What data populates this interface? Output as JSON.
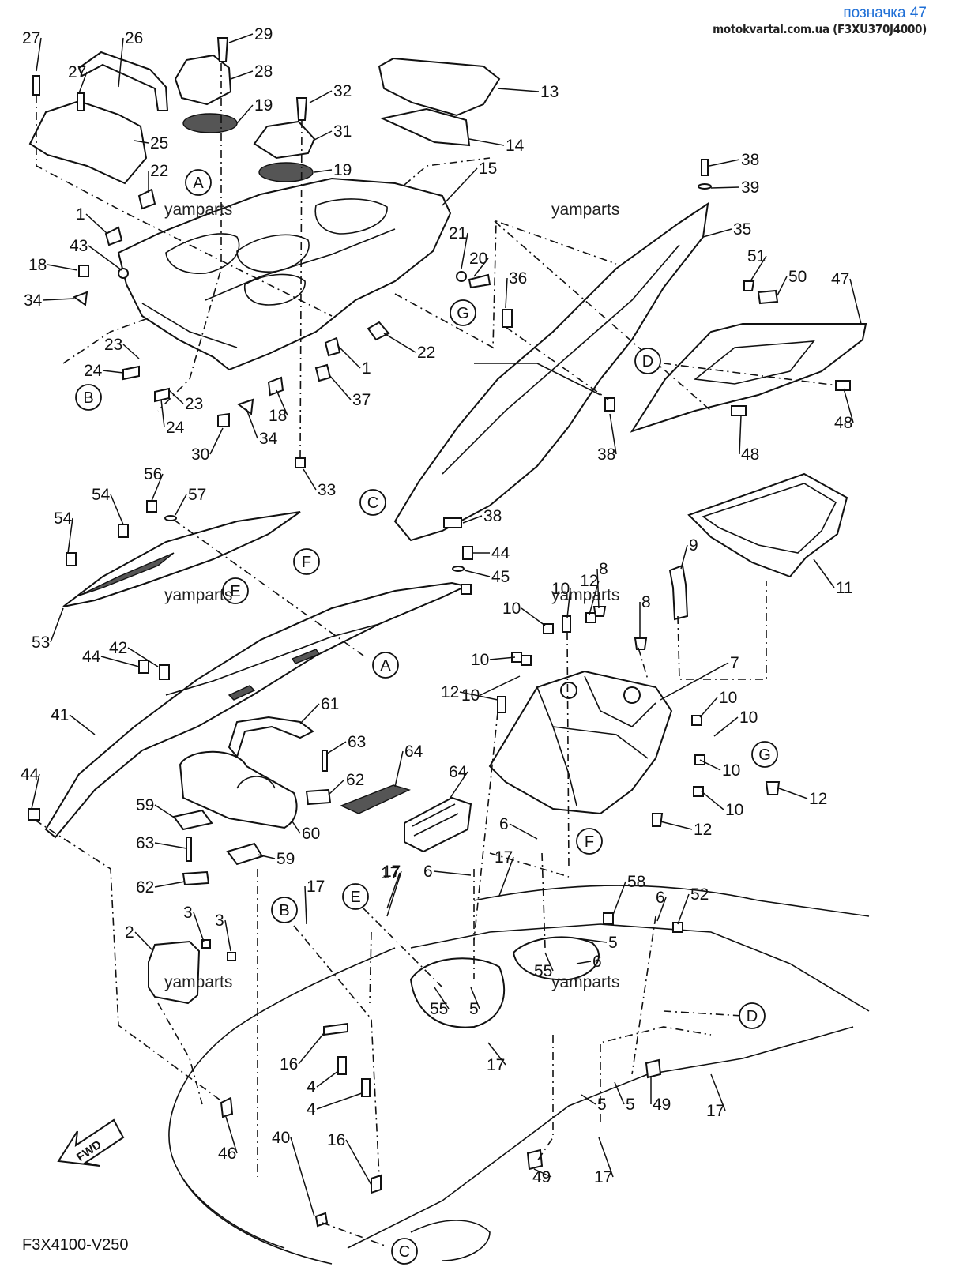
{
  "header": {
    "title": "позначка 47",
    "source": "motokvartal.com.ua (F3XU370J4000)"
  },
  "watermarks": [
    "yamparts",
    "yamparts",
    "yamparts",
    "yamparts",
    "yamparts",
    "yamparts"
  ],
  "diagram_code": "F3X4100-V250",
  "fwd_label": "FWD",
  "callout_letters": [
    "A",
    "B",
    "G",
    "D",
    "C",
    "F",
    "E",
    "A",
    "G",
    "F",
    "B",
    "E",
    "D",
    "C"
  ],
  "part_numbers": [
    "27",
    "26",
    "29",
    "28",
    "19",
    "27",
    "25",
    "32",
    "31",
    "19",
    "13",
    "14",
    "22",
    "15",
    "1",
    "18",
    "43",
    "34",
    "21",
    "20",
    "36",
    "22",
    "23",
    "24",
    "1",
    "37",
    "18",
    "23",
    "24",
    "30",
    "34",
    "33",
    "38",
    "39",
    "35",
    "51",
    "50",
    "47",
    "48",
    "48",
    "38",
    "38",
    "56",
    "57",
    "54",
    "54",
    "53",
    "44",
    "45",
    "42",
    "44",
    "41",
    "44",
    "11",
    "9",
    "8",
    "10",
    "12",
    "10",
    "8",
    "10",
    "10",
    "7",
    "12",
    "10",
    "10",
    "10",
    "10",
    "12",
    "12",
    "61",
    "63",
    "64",
    "62",
    "64",
    "60",
    "59",
    "63",
    "59",
    "62",
    "6",
    "17",
    "6",
    "17",
    "58",
    "6",
    "52",
    "5",
    "3",
    "2",
    "3",
    "55",
    "5",
    "6",
    "16",
    "17",
    "17",
    "17",
    "4",
    "4",
    "16",
    "40",
    "5",
    "5",
    "49",
    "17",
    "49",
    "17",
    "46",
    "55"
  ],
  "colors": {
    "header_title": "#1f6fd6",
    "line": "#111111"
  }
}
